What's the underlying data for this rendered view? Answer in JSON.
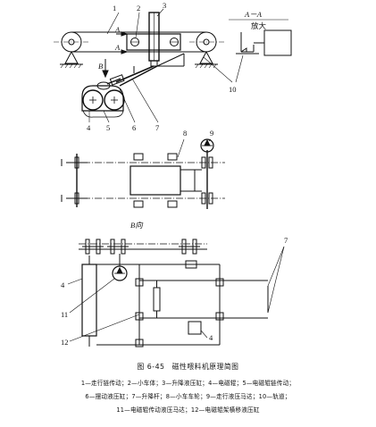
{
  "figure": {
    "section_label": "A－A",
    "zoom_label": "放大",
    "view_label": "B向",
    "arrow_labels": {
      "a": "A",
      "b": "B"
    },
    "callouts": {
      "n1": "1",
      "n2": "2",
      "n3": "3",
      "n4": "4",
      "n5": "5",
      "n6": "6",
      "n7": "7",
      "n8": "8",
      "n9": "9",
      "n10": "10",
      "n11": "11",
      "n12": "12",
      "n4b": "4",
      "n4c": "4",
      "n7b": "7"
    }
  },
  "caption": {
    "title": "图 6-45　磁性喂料机原理简图",
    "line1": "1—走行链传动；2—小车体；3—升降液压缸；4—电磁辊；5—电磁辊链传动；",
    "line2": "6—摆动液压缸；7—升降杆；8—小车车轮；9—走行液压马达；10—轨道；",
    "line3": "11—电磁辊传动液压马达；12—电磁辊架横移液压缸"
  }
}
